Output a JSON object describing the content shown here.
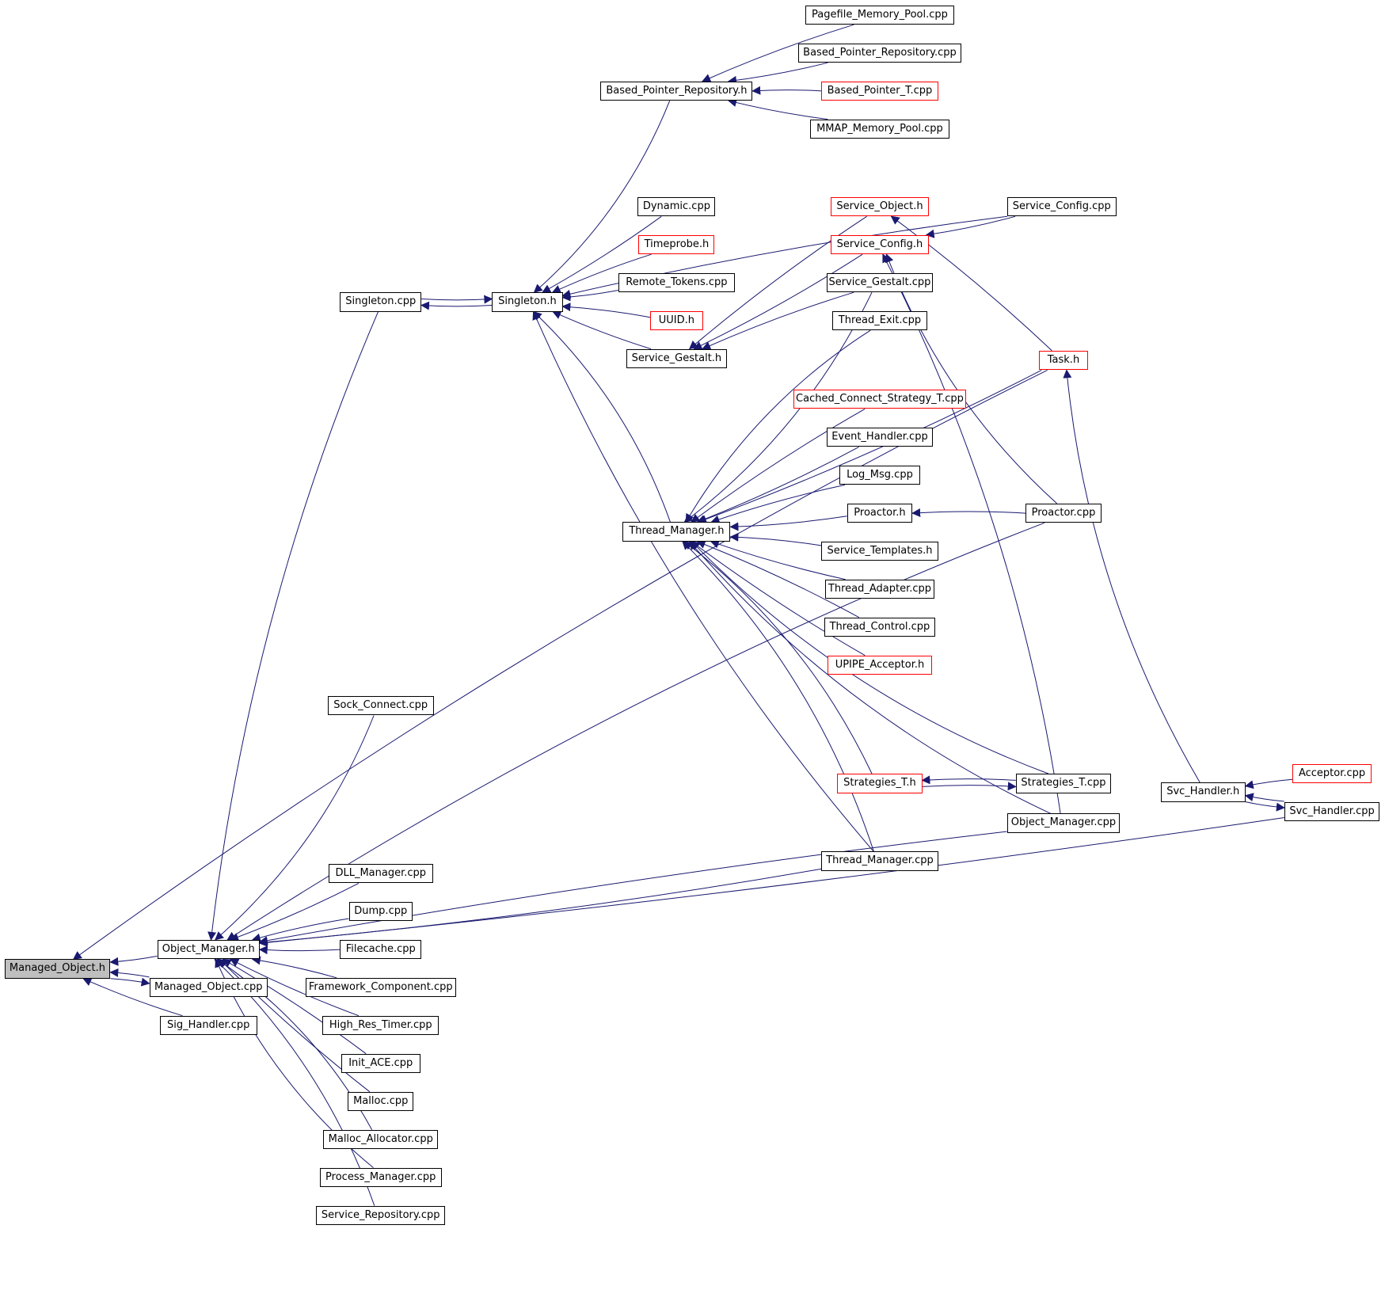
{
  "colors": {
    "edge": "#191970",
    "default_border": "#000000",
    "red_border": "#ff0000",
    "root_fill": "#bfbfbf"
  },
  "nodes": [
    {
      "id": "managed_object_h",
      "label": "Managed_Object.h",
      "style": "root"
    },
    {
      "id": "object_manager_h",
      "label": "Object_Manager.h",
      "style": "black"
    },
    {
      "id": "managed_object_cpp",
      "label": "Managed_Object.cpp",
      "style": "black"
    },
    {
      "id": "sig_handler_cpp",
      "label": "Sig_Handler.cpp",
      "style": "black"
    },
    {
      "id": "singleton_cpp",
      "label": "Singleton.cpp",
      "style": "black"
    },
    {
      "id": "singleton_h",
      "label": "Singleton.h",
      "style": "black"
    },
    {
      "id": "based_pointer_repository_h",
      "label": "Based_Pointer_Repository.h",
      "style": "black"
    },
    {
      "id": "pagefile_memory_pool_cpp",
      "label": "Pagefile_Memory_Pool.cpp",
      "style": "black"
    },
    {
      "id": "based_pointer_repository_cpp",
      "label": "Based_Pointer_Repository.cpp",
      "style": "black"
    },
    {
      "id": "based_pointer_t_cpp",
      "label": "Based_Pointer_T.cpp",
      "style": "red"
    },
    {
      "id": "mmap_memory_pool_cpp",
      "label": "MMAP_Memory_Pool.cpp",
      "style": "black"
    },
    {
      "id": "dynamic_cpp",
      "label": "Dynamic.cpp",
      "style": "black"
    },
    {
      "id": "timeprobe_h",
      "label": "Timeprobe.h",
      "style": "red"
    },
    {
      "id": "remote_tokens_cpp",
      "label": "Remote_Tokens.cpp",
      "style": "black"
    },
    {
      "id": "uuid_h",
      "label": "UUID.h",
      "style": "red"
    },
    {
      "id": "service_gestalt_h",
      "label": "Service_Gestalt.h",
      "style": "black"
    },
    {
      "id": "service_object_h",
      "label": "Service_Object.h",
      "style": "red"
    },
    {
      "id": "service_config_h",
      "label": "Service_Config.h",
      "style": "red"
    },
    {
      "id": "service_config_cpp",
      "label": "Service_Config.cpp",
      "style": "black"
    },
    {
      "id": "service_gestalt_cpp",
      "label": "Service_Gestalt.cpp",
      "style": "black"
    },
    {
      "id": "thread_exit_cpp",
      "label": "Thread_Exit.cpp",
      "style": "black"
    },
    {
      "id": "task_h",
      "label": "Task.h",
      "style": "red"
    },
    {
      "id": "cached_connect_strategy_t_cpp",
      "label": "Cached_Connect_Strategy_T.cpp",
      "style": "red"
    },
    {
      "id": "event_handler_cpp",
      "label": "Event_Handler.cpp",
      "style": "black"
    },
    {
      "id": "log_msg_cpp",
      "label": "Log_Msg.cpp",
      "style": "black"
    },
    {
      "id": "proactor_h",
      "label": "Proactor.h",
      "style": "black"
    },
    {
      "id": "proactor_cpp",
      "label": "Proactor.cpp",
      "style": "black"
    },
    {
      "id": "thread_manager_h",
      "label": "Thread_Manager.h",
      "style": "black"
    },
    {
      "id": "service_templates_h",
      "label": "Service_Templates.h",
      "style": "black"
    },
    {
      "id": "thread_adapter_cpp",
      "label": "Thread_Adapter.cpp",
      "style": "black"
    },
    {
      "id": "thread_control_cpp",
      "label": "Thread_Control.cpp",
      "style": "black"
    },
    {
      "id": "upipe_acceptor_h",
      "label": "UPIPE_Acceptor.h",
      "style": "red"
    },
    {
      "id": "sock_connect_cpp",
      "label": "Sock_Connect.cpp",
      "style": "black"
    },
    {
      "id": "strategies_t_h",
      "label": "Strategies_T.h",
      "style": "red"
    },
    {
      "id": "strategies_t_cpp",
      "label": "Strategies_T.cpp",
      "style": "black"
    },
    {
      "id": "svc_handler_h",
      "label": "Svc_Handler.h",
      "style": "black"
    },
    {
      "id": "acceptor_cpp",
      "label": "Acceptor.cpp",
      "style": "red"
    },
    {
      "id": "svc_handler_cpp",
      "label": "Svc_Handler.cpp",
      "style": "black"
    },
    {
      "id": "object_manager_cpp",
      "label": "Object_Manager.cpp",
      "style": "black"
    },
    {
      "id": "thread_manager_cpp",
      "label": "Thread_Manager.cpp",
      "style": "black"
    },
    {
      "id": "dll_manager_cpp",
      "label": "DLL_Manager.cpp",
      "style": "black"
    },
    {
      "id": "dump_cpp",
      "label": "Dump.cpp",
      "style": "black"
    },
    {
      "id": "filecache_cpp",
      "label": "Filecache.cpp",
      "style": "black"
    },
    {
      "id": "framework_component_cpp",
      "label": "Framework_Component.cpp",
      "style": "black"
    },
    {
      "id": "high_res_timer_cpp",
      "label": "High_Res_Timer.cpp",
      "style": "black"
    },
    {
      "id": "init_ace_cpp",
      "label": "Init_ACE.cpp",
      "style": "black"
    },
    {
      "id": "malloc_cpp",
      "label": "Malloc.cpp",
      "style": "black"
    },
    {
      "id": "malloc_allocator_cpp",
      "label": "Malloc_Allocator.cpp",
      "style": "black"
    },
    {
      "id": "process_manager_cpp",
      "label": "Process_Manager.cpp",
      "style": "black"
    },
    {
      "id": "service_repository_cpp",
      "label": "Service_Repository.cpp",
      "style": "black"
    }
  ],
  "edges": [
    {
      "from": "object_manager_h",
      "to": "managed_object_h"
    },
    {
      "from": "managed_object_cpp",
      "to": "managed_object_h"
    },
    {
      "from": "sig_handler_cpp",
      "to": "managed_object_h"
    },
    {
      "from": "task_h",
      "to": "managed_object_h"
    },
    {
      "from": "managed_object_h",
      "to": "managed_object_cpp"
    },
    {
      "from": "singleton_cpp",
      "to": "object_manager_h"
    },
    {
      "from": "singleton_h",
      "to": "singleton_cpp"
    },
    {
      "from": "singleton_cpp",
      "to": "singleton_h"
    },
    {
      "from": "based_pointer_repository_h",
      "to": "singleton_h"
    },
    {
      "from": "service_config_cpp",
      "to": "singleton_h"
    },
    {
      "from": "dynamic_cpp",
      "to": "singleton_h"
    },
    {
      "from": "timeprobe_h",
      "to": "singleton_h"
    },
    {
      "from": "remote_tokens_cpp",
      "to": "singleton_h"
    },
    {
      "from": "uuid_h",
      "to": "singleton_h"
    },
    {
      "from": "service_gestalt_h",
      "to": "singleton_h"
    },
    {
      "from": "thread_manager_h",
      "to": "singleton_h"
    },
    {
      "from": "thread_manager_cpp",
      "to": "singleton_h"
    },
    {
      "from": "pagefile_memory_pool_cpp",
      "to": "based_pointer_repository_h"
    },
    {
      "from": "based_pointer_repository_cpp",
      "to": "based_pointer_repository_h"
    },
    {
      "from": "based_pointer_t_cpp",
      "to": "based_pointer_repository_h"
    },
    {
      "from": "mmap_memory_pool_cpp",
      "to": "based_pointer_repository_h"
    },
    {
      "from": "service_object_h",
      "to": "service_gestalt_h"
    },
    {
      "from": "service_config_h",
      "to": "service_gestalt_h"
    },
    {
      "from": "service_gestalt_cpp",
      "to": "service_gestalt_h"
    },
    {
      "from": "service_config_cpp",
      "to": "service_config_h"
    },
    {
      "from": "task_h",
      "to": "service_object_h"
    },
    {
      "from": "proactor_cpp",
      "to": "service_config_h"
    },
    {
      "from": "object_manager_cpp",
      "to": "service_config_h"
    },
    {
      "from": "service_gestalt_cpp",
      "to": "thread_manager_h"
    },
    {
      "from": "thread_exit_cpp",
      "to": "thread_manager_h"
    },
    {
      "from": "task_h",
      "to": "thread_manager_h"
    },
    {
      "from": "cached_connect_strategy_t_cpp",
      "to": "thread_manager_h"
    },
    {
      "from": "event_handler_cpp",
      "to": "thread_manager_h"
    },
    {
      "from": "log_msg_cpp",
      "to": "thread_manager_h"
    },
    {
      "from": "proactor_h",
      "to": "thread_manager_h"
    },
    {
      "from": "service_templates_h",
      "to": "thread_manager_h"
    },
    {
      "from": "thread_adapter_cpp",
      "to": "thread_manager_h"
    },
    {
      "from": "thread_control_cpp",
      "to": "thread_manager_h"
    },
    {
      "from": "upipe_acceptor_h",
      "to": "thread_manager_h"
    },
    {
      "from": "strategies_t_h",
      "to": "thread_manager_h"
    },
    {
      "from": "strategies_t_cpp",
      "to": "thread_manager_h"
    },
    {
      "from": "thread_manager_cpp",
      "to": "thread_manager_h"
    },
    {
      "from": "object_manager_cpp",
      "to": "thread_manager_h"
    },
    {
      "from": "proactor_cpp",
      "to": "proactor_h"
    },
    {
      "from": "strategies_t_h",
      "to": "strategies_t_cpp"
    },
    {
      "from": "strategies_t_cpp",
      "to": "strategies_t_h"
    },
    {
      "from": "svc_handler_h",
      "to": "task_h"
    },
    {
      "from": "acceptor_cpp",
      "to": "svc_handler_h"
    },
    {
      "from": "svc_handler_cpp",
      "to": "svc_handler_h"
    },
    {
      "from": "svc_handler_h",
      "to": "svc_handler_cpp"
    },
    {
      "from": "sock_connect_cpp",
      "to": "object_manager_h"
    },
    {
      "from": "proactor_cpp",
      "to": "object_manager_h"
    },
    {
      "from": "thread_manager_cpp",
      "to": "object_manager_h"
    },
    {
      "from": "object_manager_cpp",
      "to": "object_manager_h"
    },
    {
      "from": "dll_manager_cpp",
      "to": "object_manager_h"
    },
    {
      "from": "dump_cpp",
      "to": "object_manager_h"
    },
    {
      "from": "filecache_cpp",
      "to": "object_manager_h"
    },
    {
      "from": "framework_component_cpp",
      "to": "object_manager_h"
    },
    {
      "from": "high_res_timer_cpp",
      "to": "object_manager_h"
    },
    {
      "from": "init_ace_cpp",
      "to": "object_manager_h"
    },
    {
      "from": "malloc_cpp",
      "to": "object_manager_h"
    },
    {
      "from": "malloc_allocator_cpp",
      "to": "object_manager_h"
    },
    {
      "from": "process_manager_cpp",
      "to": "object_manager_h"
    },
    {
      "from": "service_repository_cpp",
      "to": "object_manager_h"
    },
    {
      "from": "svc_handler_cpp",
      "to": "object_manager_h"
    }
  ]
}
